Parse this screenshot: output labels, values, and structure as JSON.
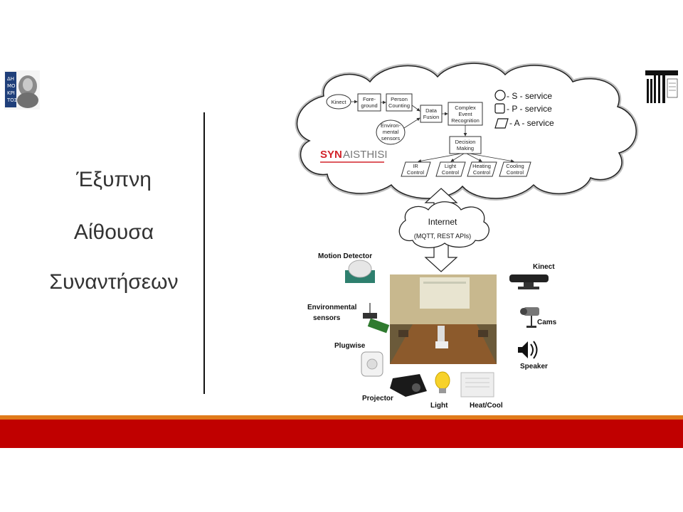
{
  "slide": {
    "title_lines": [
      "Έξυπνη",
      "Αίθουσα",
      "Συναντήσεων"
    ]
  },
  "logos": {
    "left_icon": "democritus-university-logo",
    "right_icon": "institute-logo"
  },
  "cloud": {
    "nodes": {
      "kinect": "Kinect",
      "foreground": [
        "Fore-",
        "ground"
      ],
      "person_counting": [
        "Person",
        "Counting"
      ],
      "env_sensors": [
        "Environ-",
        "mental",
        "sensors"
      ],
      "data_fusion": [
        "Data",
        "Fusion"
      ],
      "cer": [
        "Complex",
        "Event",
        "Recognition"
      ],
      "decision": [
        "Decision",
        "Making"
      ],
      "ir": [
        "IR",
        "Control"
      ],
      "light": [
        "Light",
        "Control"
      ],
      "heating": [
        "Heating",
        "Control"
      ],
      "cooling": [
        "Cooling",
        "Control"
      ]
    },
    "legend": {
      "s": "- S - service",
      "p": "- P - service",
      "a": "- A - service"
    },
    "brand": {
      "red": "SYN",
      "gray": "AISTHISI"
    }
  },
  "internet": {
    "label": "Internet",
    "sub": "(MQTT, REST APIs)"
  },
  "devices": {
    "motion": "Motion Detector",
    "env_sensors": [
      "Environmental",
      "sensors"
    ],
    "plugwise": "Plugwise",
    "projector": "Projector",
    "light": "Light",
    "heatcool": "Heat/Cool",
    "kinect": "Kinect",
    "cams": "Cams",
    "speaker": "Speaker"
  },
  "colors": {
    "stripe_orange": "#e07a1a",
    "stripe_red": "#c00000",
    "brand_red": "#d2232a"
  }
}
